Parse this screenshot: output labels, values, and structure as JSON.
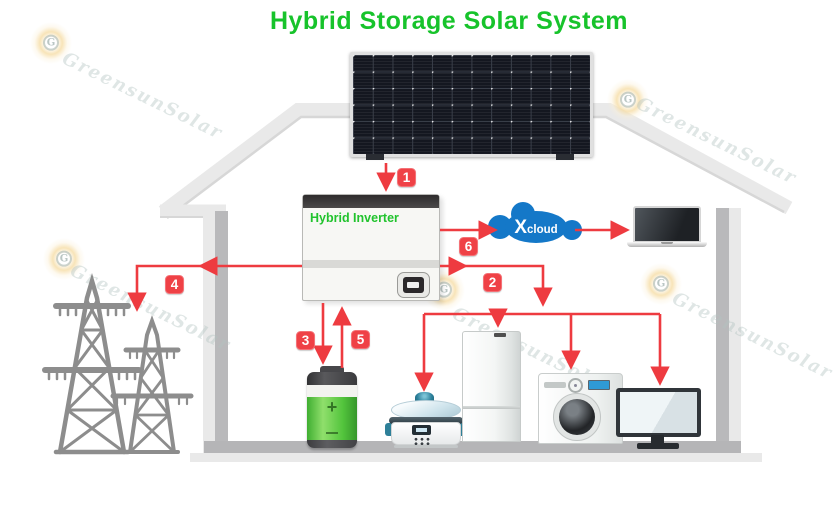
{
  "title": {
    "text": "Hybrid Storage Solar System"
  },
  "watermark": {
    "text": "GreensunSolar",
    "logo_letter": "G"
  },
  "diagram": {
    "solar_panel": {
      "cols": 12,
      "rows": 6
    },
    "inverter": {
      "label": "Hybrid Inverter"
    },
    "cloud": {
      "big_letter": "X",
      "small_word": "cloud"
    },
    "battery": {
      "plus": "+"
    },
    "flow_labels": [
      "1",
      "2",
      "3",
      "4",
      "5",
      "6"
    ]
  },
  "colors": {
    "title_green": "#17c32b",
    "inverter_label_green": "#21c32d",
    "arrow_red": "#ee3b40",
    "flow_label_red": "#ef4146",
    "cloud_blue": "#1478c8",
    "battery_green": "#52c43c",
    "tower_gray": "#8d8d8d",
    "house_wall_light": "#e9e9e9",
    "house_wall_dark": "#b9b9bb"
  }
}
